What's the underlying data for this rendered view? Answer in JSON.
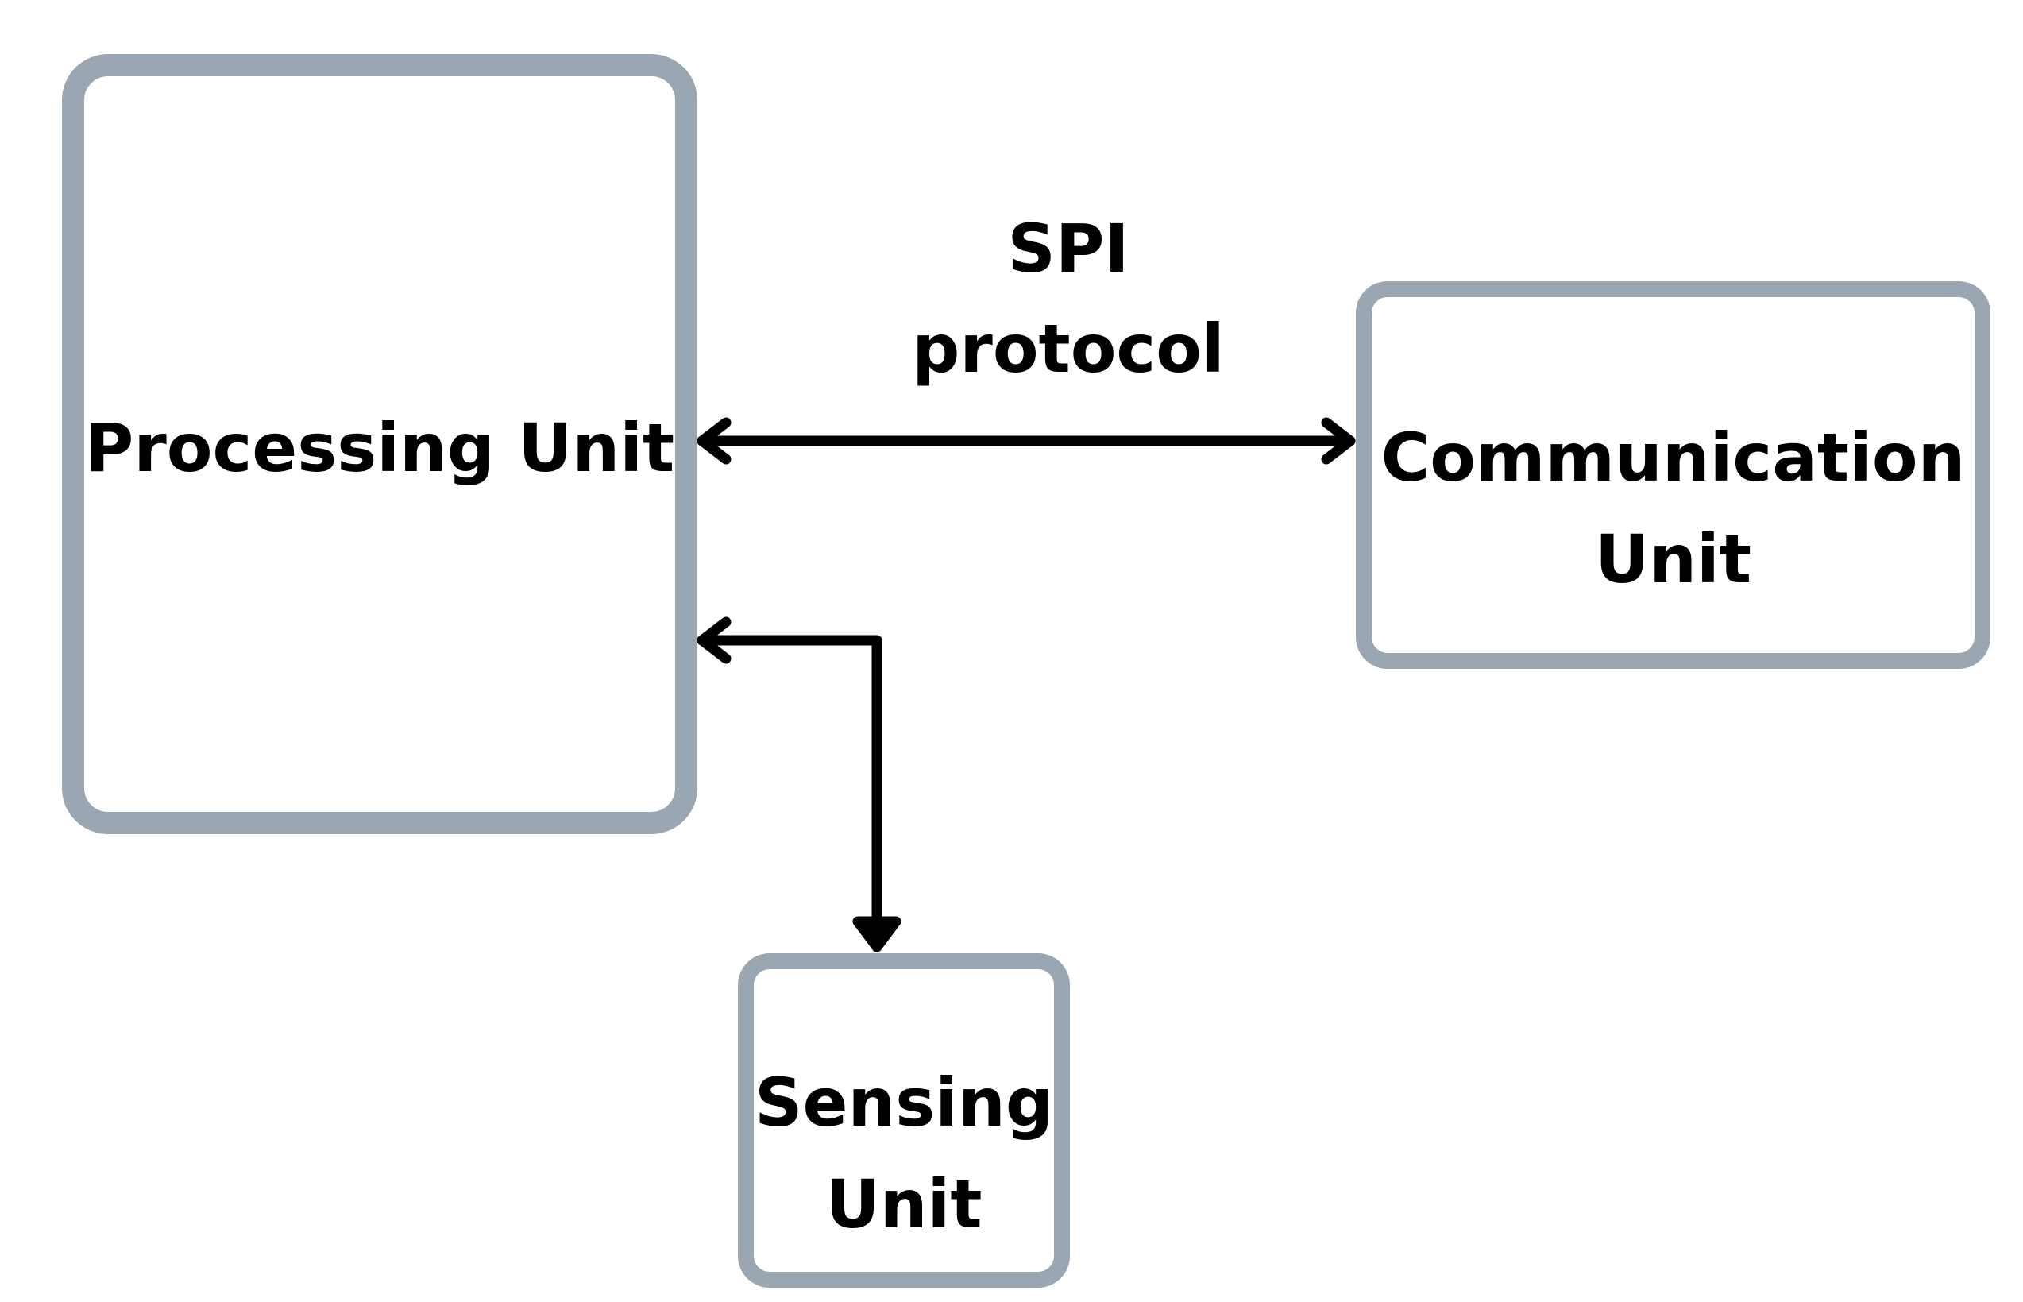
{
  "nodes": {
    "processing": {
      "label": "Processing Unit"
    },
    "communication": {
      "label_line1": "Communication",
      "label_line2": "Unit"
    },
    "sensing": {
      "label_line1": "Sensing",
      "label_line2": "Unit"
    }
  },
  "edges": {
    "processing_communication": {
      "label_line1": "SPI",
      "label_line2": "protocol",
      "direction": "bidirectional"
    },
    "processing_sensing": {
      "direction": "bidirectional"
    }
  },
  "colors": {
    "box_border": "#9aa6b1",
    "arrow": "#000000",
    "text": "#000000",
    "background": "#ffffff"
  }
}
